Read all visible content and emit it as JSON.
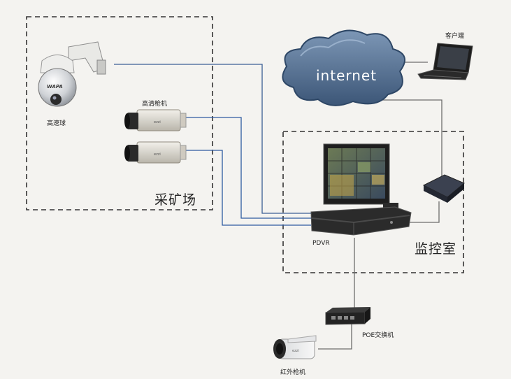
{
  "labels": {
    "speed_dome": "高速球",
    "hd_camera": "高清枪机",
    "mine_site": "采矿场",
    "internet": "internet",
    "client": "客户端",
    "pdvr": "PDVR",
    "monitor_room": "监控室",
    "poe_switch": "POE交换机",
    "ir_camera": "红外枪机"
  },
  "dome_logo": "WAPA",
  "colors": {
    "background": "#f4f3f0",
    "cable_blue": "#2d5aa0",
    "cable_gray": "#7b7b7b",
    "cloud": "#4e6a8c",
    "zone_border": "#333333"
  }
}
